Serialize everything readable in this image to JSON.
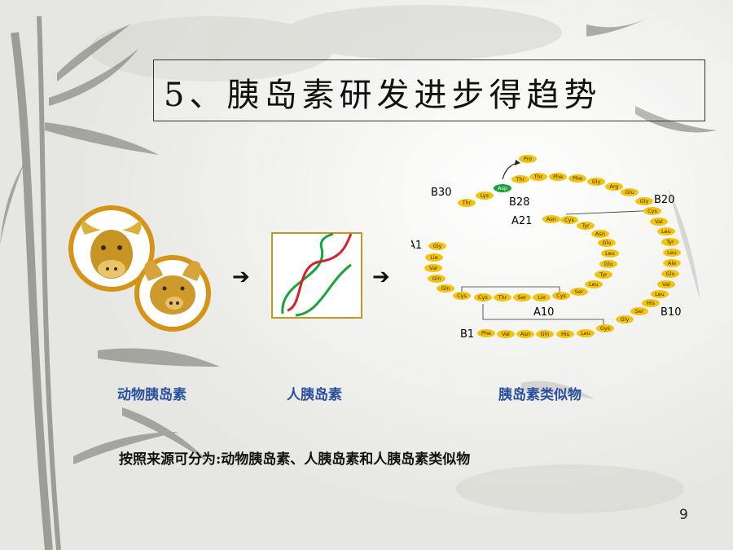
{
  "title": "5、胰岛素研发进步得趋势",
  "sources": {
    "animal": "动物胰岛素",
    "human": "人胰岛素",
    "analog": "胰岛素类似物"
  },
  "summary": "按照来源可分为:动物胰岛素、人胰岛素和人胰岛素类似物",
  "page_number": "9",
  "arrows": [
    "➔",
    "➔"
  ],
  "insulin_labels": {
    "b30": "B30",
    "b28": "B28",
    "b20": "B20",
    "a21": "A21",
    "a1": "A1",
    "a10": "A10",
    "b10": "B10",
    "b1": "B1"
  },
  "b_chain_top": [
    "Thr",
    "Lys",
    "Asp",
    "Thr",
    "Thr",
    "Phe",
    "Phe",
    "Gly",
    "Arg",
    "Glu",
    "Gly",
    "Cys"
  ],
  "b_chain_right": [
    "Val",
    "Leu",
    "Tyr",
    "Leu",
    "Ala",
    "Glu",
    "Val",
    "Leu",
    "His",
    "Ser",
    "Gly",
    "Gys"
  ],
  "b_chain_bottom": [
    "Phe",
    "Val",
    "Asn",
    "Gln",
    "His",
    "Leu"
  ],
  "a_chain_left": [
    "Gly",
    "Lie",
    "Val",
    "Gln",
    "Gln",
    "Cys",
    "Cys",
    "Thr",
    "Ser",
    "Lie",
    "Cys",
    "Ser"
  ],
  "a_chain_inner": [
    "Asn",
    "Cys",
    "Tyr",
    "Asn",
    "Glu",
    "Leu",
    "Glu",
    "Tyr",
    "Leu"
  ],
  "pro_label": "Pro",
  "colors": {
    "amino": "#f2c40f",
    "asp": "#1a9e3a",
    "caption": "#2a4f9e",
    "helix_red": "#d81e28",
    "helix_green": "#17a53a",
    "frame": "#c8961e"
  }
}
